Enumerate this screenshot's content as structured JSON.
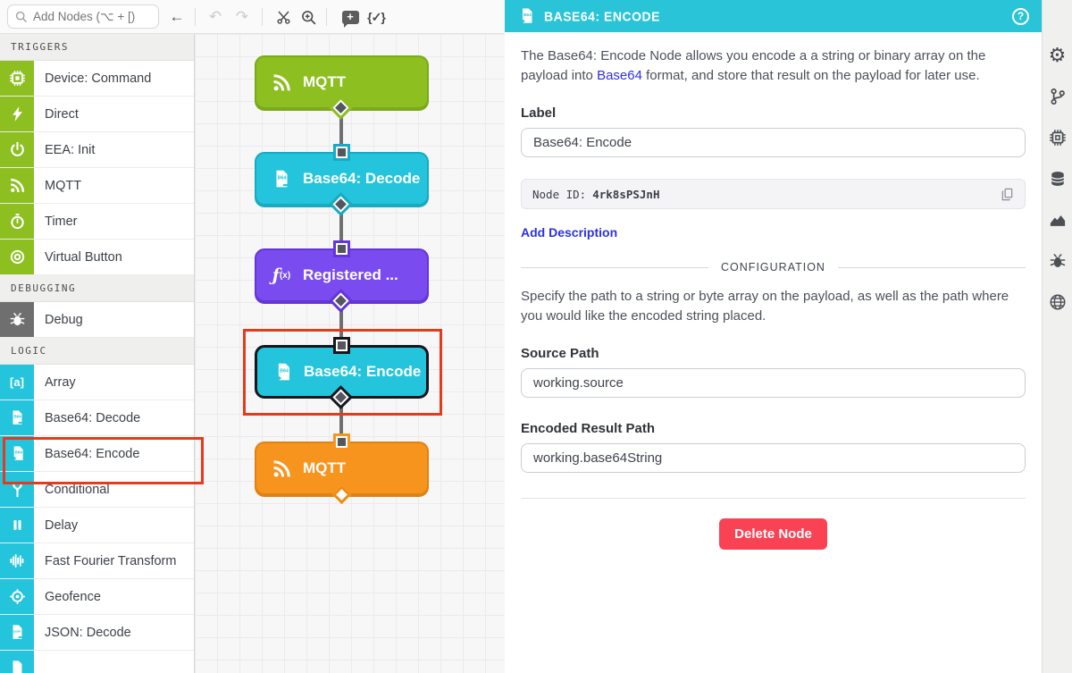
{
  "topbar": {
    "search": {
      "placeholder": "Add Nodes (⌥ + [)",
      "icon": "search-icon"
    },
    "back": "←",
    "undo": "↶",
    "redo": "↷",
    "payload_check": "{✓}",
    "icons": {
      "cut": "scissors-icon",
      "zoom_in": "zoom-in-icon",
      "add_comment": "comment-plus-icon"
    }
  },
  "sidebar": {
    "sections": [
      {
        "header": "TRIGGERS",
        "color": "#8cbf1f",
        "items": [
          {
            "label": "Device: Command",
            "icon": "chip-icon"
          },
          {
            "label": "Direct",
            "icon": "bolt-icon"
          },
          {
            "label": "EEA: Init",
            "icon": "power-icon"
          },
          {
            "label": "MQTT",
            "icon": "signal-icon"
          },
          {
            "label": "Timer",
            "icon": "stopwatch-icon"
          },
          {
            "label": "Virtual Button",
            "icon": "target-icon"
          }
        ]
      },
      {
        "header": "DEBUGGING",
        "color": "#6f6f6f",
        "items": [
          {
            "label": "Debug",
            "icon": "bug-icon"
          }
        ]
      },
      {
        "header": "LOGIC",
        "color": "#23c4dc",
        "items": [
          {
            "label": "Array",
            "icon": "array-icon"
          },
          {
            "label": "Base64: Decode",
            "icon": "doc-decode-icon"
          },
          {
            "label": "Base64: Encode",
            "icon": "doc-encode-icon"
          },
          {
            "label": "Conditional",
            "icon": "fork-icon"
          },
          {
            "label": "Delay",
            "icon": "pause-icon"
          },
          {
            "label": "Fast Fourier Transform",
            "icon": "waveform-icon"
          },
          {
            "label": "Geofence",
            "icon": "geofence-icon"
          },
          {
            "label": "JSON: Decode",
            "icon": "doc-json-icon"
          }
        ]
      }
    ]
  },
  "canvas": {
    "nodes": [
      {
        "label": "MQTT",
        "color": "#8cbf1f",
        "icon": "signal-icon"
      },
      {
        "label": "Base64: Decode",
        "color": "#23c4dc",
        "icon": "doc-decode-icon"
      },
      {
        "label": "Registered ...",
        "color": "#7a4bee",
        "icon": "function-icon"
      },
      {
        "label": "Base64: Encode",
        "color": "#23c4dc",
        "icon": "doc-encode-icon",
        "selected": true
      },
      {
        "label": "MQTT",
        "color": "#f7941e",
        "icon": "signal-icon"
      }
    ]
  },
  "panel": {
    "header": {
      "title": "BASE64: ENCODE",
      "icon": "doc-encode-icon",
      "help": "?"
    },
    "description": {
      "before": "The Base64: Encode Node allows you encode a a string or binary array on the payload into ",
      "link": "Base64",
      "after": " format, and store that result on the payload for later use."
    },
    "label_field": {
      "label": "Label",
      "value": "Base64: Encode"
    },
    "node_id": {
      "prefix": "Node ID:",
      "value": "4rk8sPSJnH",
      "copy_icon": "copy-icon"
    },
    "add_description": "Add Description",
    "configuration": {
      "heading": "CONFIGURATION",
      "description": "Specify the path to a string or byte array on the payload, as well as the path where you would like the encoded string placed.",
      "source_path": {
        "label": "Source Path",
        "value": "working.source"
      },
      "encoded_result_path": {
        "label": "Encoded Result Path",
        "value": "working.base64String"
      }
    },
    "delete_button": "Delete Node"
  },
  "rail": {
    "icons": [
      "gear-icon",
      "git-branch-icon",
      "chip-icon",
      "database-icon",
      "area-chart-icon",
      "bug-icon",
      "globe-icon"
    ]
  },
  "colors": {
    "trigger_green": "#8cbf1f",
    "logic_cyan": "#23c4dc",
    "function_purple": "#7a4bee",
    "output_orange": "#f7941e",
    "annotation_red": "#e63b1a",
    "delete_red": "#fa4255",
    "link_blue": "#2d2fe3",
    "panel_header_cyan": "#29c4d8"
  }
}
